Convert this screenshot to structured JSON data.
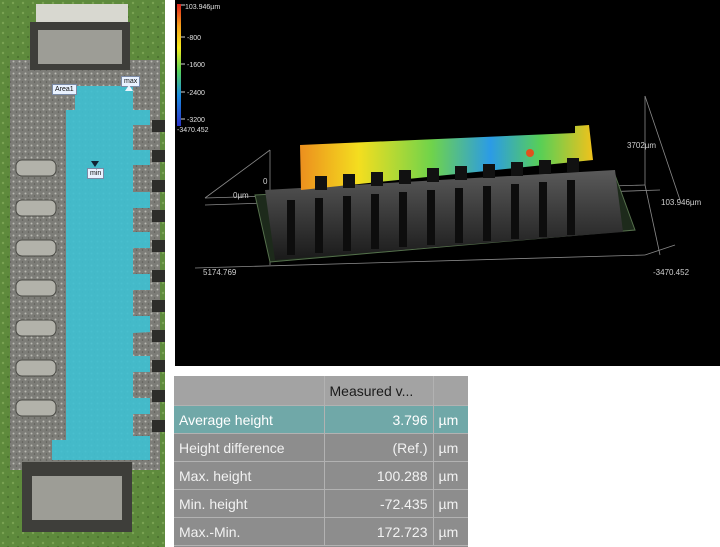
{
  "microscope": {
    "area_label": "Area1",
    "max_label": "max",
    "min_label": "min"
  },
  "view3d": {
    "color_scale": {
      "top_value": "103.946µm",
      "ticks": [
        "-800",
        "-1600",
        "-2400",
        "-3200"
      ],
      "bottom_value": "-3470.452",
      "colors": [
        "#e0221d",
        "#f6a11b",
        "#f5ec1e",
        "#57d25a",
        "#1c8de0",
        "#2a34c8"
      ]
    },
    "axis": {
      "zero_label": "0µm",
      "x_end_label": "5174.769",
      "y_end_label": "3702µm",
      "z_top_label": "103.946µm",
      "z_bottom_label": "-3470.452",
      "tick_zero": "0"
    }
  },
  "results": {
    "header": {
      "label_col": "",
      "value_col": "Measured v...",
      "unit_col": ""
    },
    "rows": [
      {
        "label": "Average height",
        "value": "3.796",
        "unit": "µm",
        "selected": true
      },
      {
        "label": "Height difference",
        "value": "(Ref.)",
        "unit": "µm",
        "selected": false
      },
      {
        "label": "Max. height",
        "value": "100.288",
        "unit": "µm",
        "selected": false
      },
      {
        "label": "Min. height",
        "value": "-72.435",
        "unit": "µm",
        "selected": false
      },
      {
        "label": "Max.-Min.",
        "value": "172.723",
        "unit": "µm",
        "selected": false
      }
    ],
    "colors": {
      "selected_row": "#70a8a8",
      "row": "#8d8d8d",
      "header": "#a3a3a3"
    }
  }
}
